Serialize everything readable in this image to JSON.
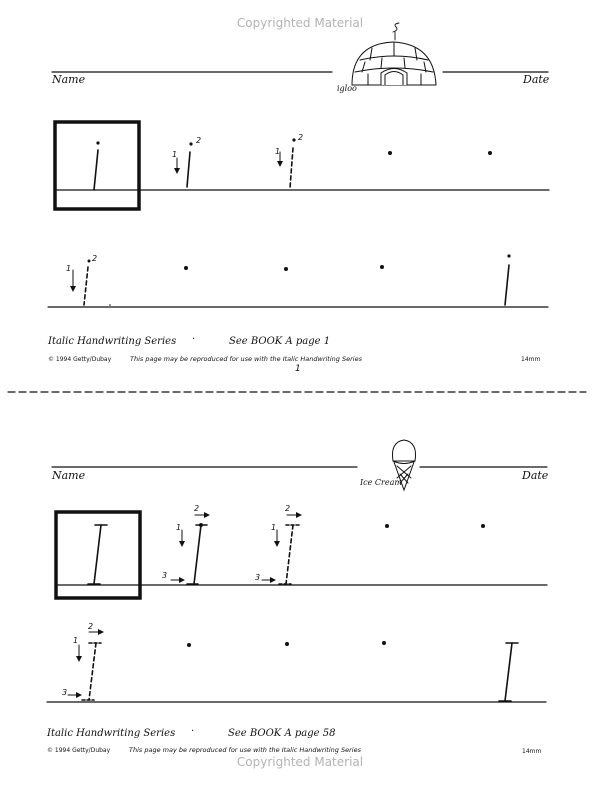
{
  "watermark": "Copyrighted Material",
  "worksheet_top": {
    "name_label": "Name",
    "date_label": "Date",
    "picture_caption": "igloo",
    "series": "Italic Handwriting Series",
    "bullet": "·",
    "book_ref": "See BOOK A page  1",
    "copyright": "© 1994 Getty/Dubay",
    "reproduce_note": "This page may be reproduced for use with the Italic Handwriting Series",
    "size": "14mm",
    "page_number": "1",
    "stroke_numbers": [
      "1",
      "2"
    ]
  },
  "worksheet_bottom": {
    "name_label": "Name",
    "date_label": "Date",
    "picture_caption": "Ice Cream",
    "series": "Italic Handwriting Series",
    "bullet": "·",
    "book_ref": "See BOOK A page  58",
    "copyright": "© 1994 Getty/Dubay",
    "reproduce_note": "This page may be reproduced for use with the Italic Handwriting Series",
    "size": "14mm",
    "stroke_numbers": [
      "1",
      "2",
      "3"
    ]
  },
  "icons": [
    "igloo-icon",
    "ice-cream-icon"
  ]
}
